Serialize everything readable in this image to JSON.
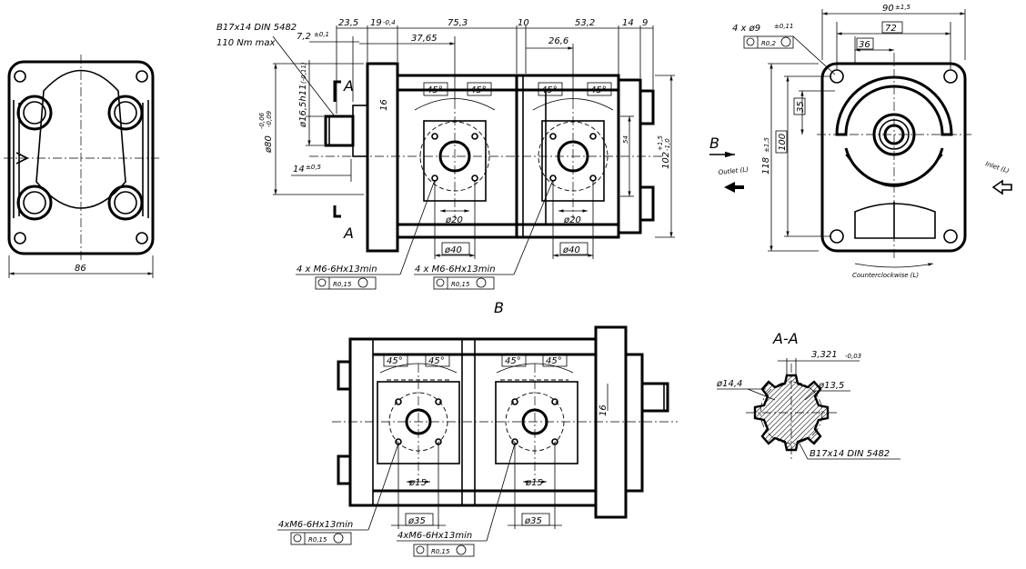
{
  "drawing": {
    "left_view": {
      "width_dim": "86"
    },
    "front_view": {
      "spline_note": "B17x14 DIN 5482",
      "torque_note": "110 Nm max",
      "dims": {
        "d_23_5": "23,5",
        "d_19": "19",
        "d_19_tol": "-0,4",
        "d_75_3": "75,3",
        "d_10": "10",
        "d_53_2": "53,2",
        "d_14": "14",
        "d_9": "9",
        "d_7_2": "7,2",
        "d_7_2_tol": "±0,1",
        "d_37_65": "37,65",
        "d_26_6": "26,6",
        "shaft_dia": "ø16,5h11",
        "shaft_dia_tol": "(-0,11)",
        "pilot_dia": "ø80",
        "pilot_tol_hi": "-0,06",
        "pilot_tol_lo": "-0,09",
        "d_16": "16",
        "d_14b": "14",
        "d_14b_tol": "±0,5",
        "d_54": "54",
        "d_102": "102",
        "d_102_tol_hi": "+1,5",
        "d_102_tol_lo": "-1,0",
        "port_dia_1": "ø20",
        "port_dia_2": "ø20",
        "bolt_dia_1": "ø40",
        "bolt_dia_2": "ø40"
      },
      "angle": "45°",
      "section_letter": "A",
      "thread_note": "4 x M6-6Hx13min",
      "tolerance_frame": "R0,15"
    },
    "right_view": {
      "hole_note": "4 x ø9",
      "hole_tol": "±0,11",
      "hole_frame": "R0,2",
      "d_90": "90",
      "d_90_tol": "±1,5",
      "d_72": "72",
      "d_36": "36",
      "d_35": "35",
      "d_100": "100",
      "d_118": "118",
      "d_118_tol": "±1,5",
      "view_letter": "B",
      "outlet": "Outlet (L)",
      "inlet": "Inlet (L)",
      "rotation": "Counterclockwise (L)"
    },
    "bottom_view": {
      "title": "B",
      "port_dia_1": "ø15",
      "port_dia_2": "ø15",
      "bolt_dia_1": "ø35",
      "bolt_dia_2": "ø35",
      "d_16": "16",
      "angle": "45°",
      "thread_note": "4xM6-6Hx13min",
      "tolerance_frame": "R0,15"
    },
    "section": {
      "title": "A-A",
      "d_3_321": "3,321",
      "d_3_321_tol": "-0,03",
      "d_14_4": "ø14,4",
      "d_13_5": "ø13,5",
      "spline_note": "B17x14 DIN 5482"
    }
  }
}
